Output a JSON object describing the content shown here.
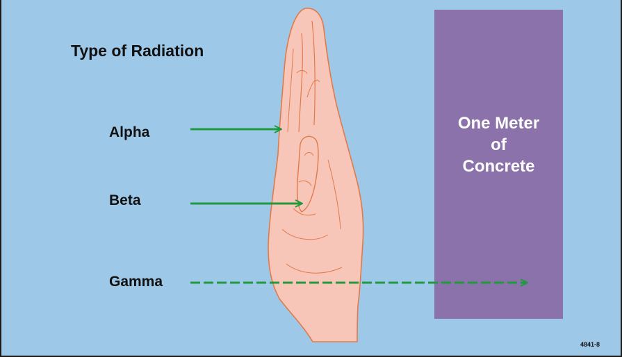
{
  "title": "Type of Radiation",
  "radiation_types": [
    {
      "name": "Alpha"
    },
    {
      "name": "Beta"
    },
    {
      "name": "Gamma"
    }
  ],
  "shield_label": {
    "line1": "One Meter",
    "line2": "of",
    "line3": "Concrete"
  },
  "figure_id": "4841-8",
  "colors": {
    "background": "#9ec8e8",
    "arrow": "#1f9a3c",
    "hand": "#f7c6b8",
    "hand_outline": "#e07a4a",
    "concrete": "#8b72ab"
  }
}
